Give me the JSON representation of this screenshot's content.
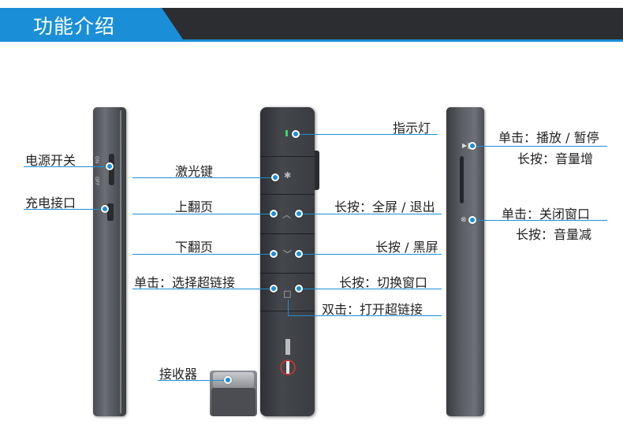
{
  "header": {
    "title": "功能介绍",
    "accent_color": "#1a8fd8",
    "bar_color": "#2c2d30"
  },
  "left_device": {
    "switch_on": "ON",
    "switch_off": "OFF"
  },
  "labels": {
    "power_switch": "电源开关",
    "charge_port": "充电接口",
    "laser_key": "激光键",
    "page_up": "上翻页",
    "page_down": "下翻页",
    "single_click_link": "单击：选择超链接",
    "receiver": "接收器",
    "indicator": "指示灯",
    "long_press_fullscreen": "长按：全屏 / 退出",
    "long_press_black": "长按 / 黑屏",
    "long_press_switch": "长按：切换窗口",
    "double_click_link": "双击：打开超链接",
    "single_play_pause": "单击：播放 / 暂停",
    "long_vol_up": "长按：音量增",
    "single_close_window": "单击：关闭窗口",
    "long_vol_down": "长按：音量减"
  },
  "icons": {
    "laser": "laser-star-icon",
    "up": "chevron-up-icon",
    "down": "chevron-down-icon",
    "window": "square-window-icon",
    "play_pause": "play-pause-icon",
    "close_window": "close-circle-icon"
  }
}
